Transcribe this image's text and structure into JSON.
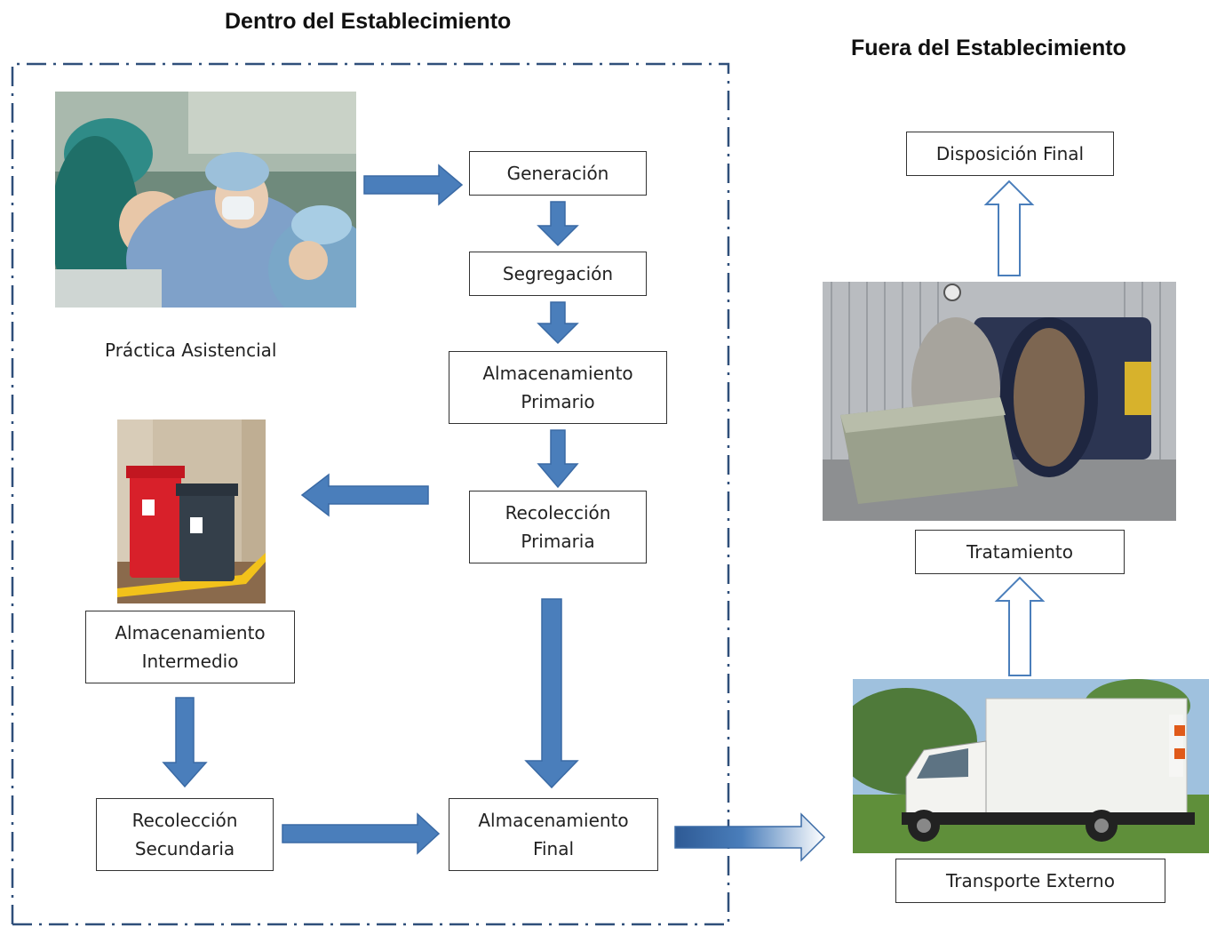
{
  "headings": {
    "inside": "Dentro del Establecimiento",
    "outside": "Fuera del Establecimiento"
  },
  "labels": {
    "care_practice": "Práctica Asistencial"
  },
  "nodes": {
    "generation": "Generación",
    "segregation": "Segregación",
    "primary_storage": "Almacenamiento\nPrimario",
    "primary_collection": "Recolección\nPrimaria",
    "intermediate_storage": "Almacenamiento\nIntermedio",
    "secondary_collection": "Recolección\nSecundaria",
    "final_storage": "Almacenamiento\nFinal",
    "external_transport": "Transporte Externo",
    "treatment": "Tratamiento",
    "final_disposal": "Disposición Final"
  },
  "colors": {
    "arrow_fill": "#4a7ebb",
    "arrow_stroke": "#3a6aa5",
    "outline_arrow": "#4a7ebb",
    "boundary": "#2f4f7a"
  },
  "images": {
    "surgery": "surgery-photo",
    "bins": "waste-bins-photo",
    "autoclave": "autoclave-photo",
    "truck": "truck-photo"
  }
}
